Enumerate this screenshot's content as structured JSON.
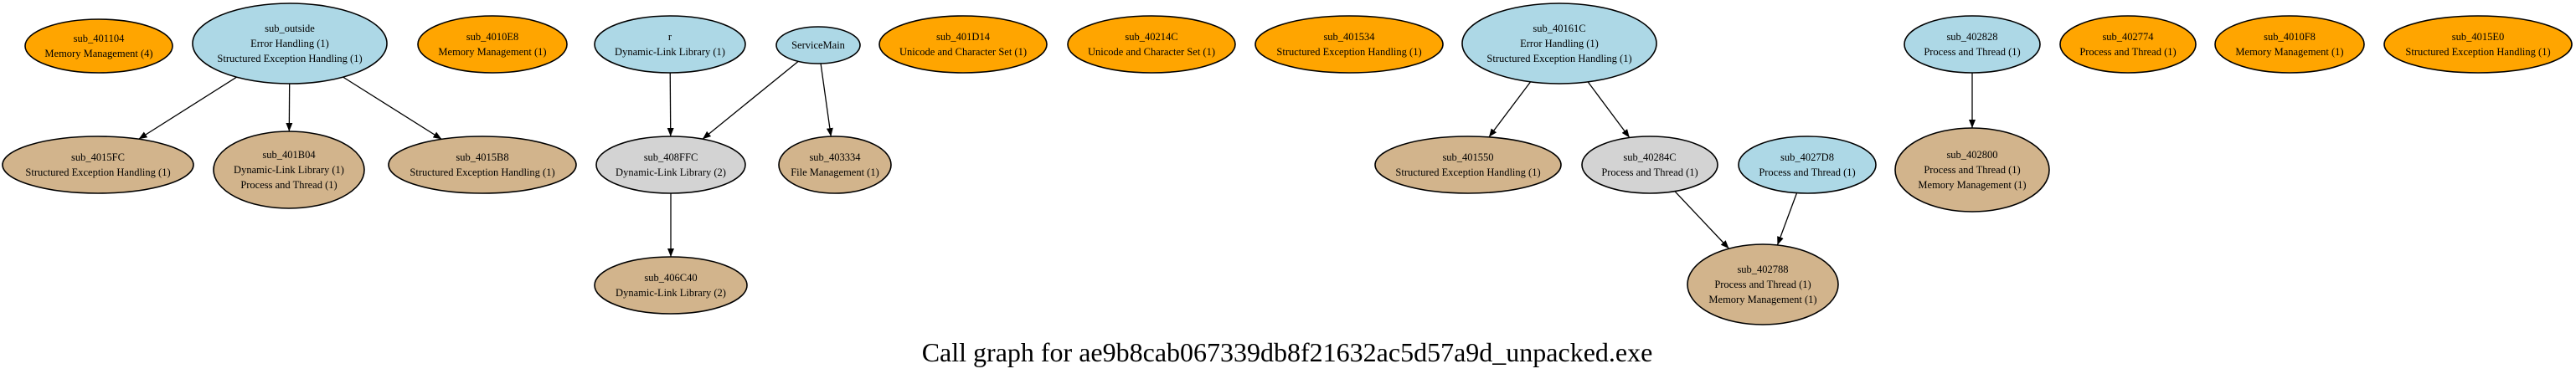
{
  "title": "Call graph for ae9b8cab067339db8f21632ac5d57a9d_unpacked.exe",
  "colors": {
    "root": "#ADD8E6",
    "isolated": "#FFA500",
    "leaf": "#D2B48C",
    "intermediate": "#D3D3D3"
  },
  "nodes": [
    {
      "id": "sub_401104",
      "kind": "isolated",
      "lines": [
        "sub_401104",
        "Memory Management (4)"
      ]
    },
    {
      "id": "sub_outside",
      "kind": "root",
      "lines": [
        "sub_outside",
        "Error Handling (1)",
        "Structured Exception Handling (1)"
      ]
    },
    {
      "id": "sub_4010E8",
      "kind": "isolated",
      "lines": [
        "sub_4010E8",
        "Memory Management (1)"
      ]
    },
    {
      "id": "r",
      "kind": "root",
      "lines": [
        "r",
        "Dynamic-Link Library (1)"
      ]
    },
    {
      "id": "ServiceMain",
      "kind": "root",
      "lines": [
        "ServiceMain"
      ]
    },
    {
      "id": "sub_401D14",
      "kind": "isolated",
      "lines": [
        "sub_401D14",
        "Unicode and Character Set (1)"
      ]
    },
    {
      "id": "sub_40214C",
      "kind": "isolated",
      "lines": [
        "sub_40214C",
        "Unicode and Character Set (1)"
      ]
    },
    {
      "id": "sub_401534",
      "kind": "isolated",
      "lines": [
        "sub_401534",
        "Structured Exception Handling (1)"
      ]
    },
    {
      "id": "sub_40161C",
      "kind": "root",
      "lines": [
        "sub_40161C",
        "Error Handling (1)",
        "Structured Exception Handling (1)"
      ]
    },
    {
      "id": "sub_402828",
      "kind": "root",
      "lines": [
        "sub_402828",
        "Process and Thread (1)"
      ]
    },
    {
      "id": "sub_402774",
      "kind": "isolated",
      "lines": [
        "sub_402774",
        "Process and Thread (1)"
      ]
    },
    {
      "id": "sub_4010F8",
      "kind": "isolated",
      "lines": [
        "sub_4010F8",
        "Memory Management (1)"
      ]
    },
    {
      "id": "sub_4015E0",
      "kind": "isolated",
      "lines": [
        "sub_4015E0",
        "Structured Exception Handling (1)"
      ]
    },
    {
      "id": "sub_4015FC",
      "kind": "leaf",
      "lines": [
        "sub_4015FC",
        "Structured Exception Handling (1)"
      ]
    },
    {
      "id": "sub_401B04",
      "kind": "leaf",
      "lines": [
        "sub_401B04",
        "Dynamic-Link Library (1)",
        "Process and Thread (1)"
      ]
    },
    {
      "id": "sub_4015B8",
      "kind": "leaf",
      "lines": [
        "sub_4015B8",
        "Structured Exception Handling (1)"
      ]
    },
    {
      "id": "sub_408FFC",
      "kind": "intermediate",
      "lines": [
        "sub_408FFC",
        "Dynamic-Link Library (2)"
      ]
    },
    {
      "id": "sub_403334",
      "kind": "leaf",
      "lines": [
        "sub_403334",
        "File Management (1)"
      ]
    },
    {
      "id": "sub_401550",
      "kind": "leaf",
      "lines": [
        "sub_401550",
        "Structured Exception Handling (1)"
      ]
    },
    {
      "id": "sub_40284C",
      "kind": "intermediate",
      "lines": [
        "sub_40284C",
        "Process and Thread (1)"
      ]
    },
    {
      "id": "sub_4027D8",
      "kind": "root",
      "lines": [
        "sub_4027D8",
        "Process and Thread (1)"
      ]
    },
    {
      "id": "sub_402800",
      "kind": "leaf",
      "lines": [
        "sub_402800",
        "Process and Thread (1)",
        "Memory Management (1)"
      ]
    },
    {
      "id": "sub_406C40",
      "kind": "leaf",
      "lines": [
        "sub_406C40",
        "Dynamic-Link Library (2)"
      ]
    },
    {
      "id": "sub_402788",
      "kind": "leaf",
      "lines": [
        "sub_402788",
        "Process and Thread (1)",
        "Memory Management (1)"
      ]
    }
  ],
  "edges": [
    [
      "sub_outside",
      "sub_4015FC"
    ],
    [
      "sub_outside",
      "sub_401B04"
    ],
    [
      "sub_outside",
      "sub_4015B8"
    ],
    [
      "r",
      "sub_408FFC"
    ],
    [
      "ServiceMain",
      "sub_408FFC"
    ],
    [
      "ServiceMain",
      "sub_403334"
    ],
    [
      "sub_408FFC",
      "sub_406C40"
    ],
    [
      "sub_40161C",
      "sub_401550"
    ],
    [
      "sub_40161C",
      "sub_40284C"
    ],
    [
      "sub_40284C",
      "sub_402788"
    ],
    [
      "sub_4027D8",
      "sub_402788"
    ],
    [
      "sub_402828",
      "sub_402800"
    ]
  ]
}
